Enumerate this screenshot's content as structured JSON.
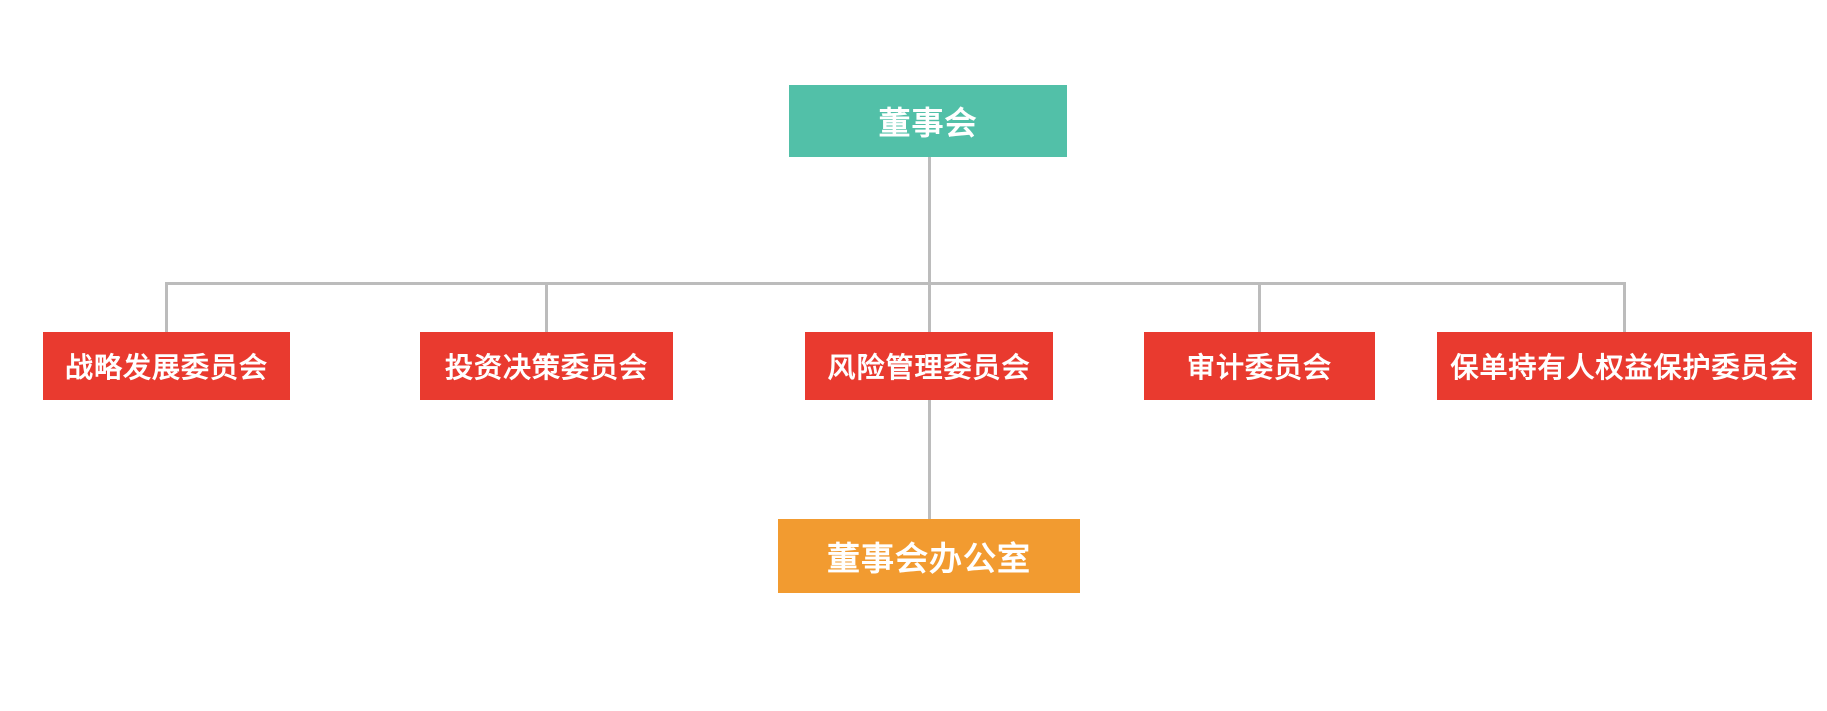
{
  "diagram": {
    "type": "org-chart",
    "background_color": "#ffffff",
    "connector_color": "#bcbcbc",
    "text_color": "#ffffff",
    "root": {
      "label": "董事会",
      "color": "#52c0a8"
    },
    "committees": [
      {
        "label": "战略发展委员会",
        "color": "#e93a2f"
      },
      {
        "label": "投资决策委员会",
        "color": "#e93a2f"
      },
      {
        "label": "风险管理委员会",
        "color": "#e93a2f"
      },
      {
        "label": "审计委员会",
        "color": "#e93a2f"
      },
      {
        "label": "保单持有人权益保护委员会",
        "color": "#e93a2f"
      }
    ],
    "office": {
      "label": "董事会办公室",
      "color": "#f29b30",
      "parent": "风险管理委员会"
    }
  }
}
